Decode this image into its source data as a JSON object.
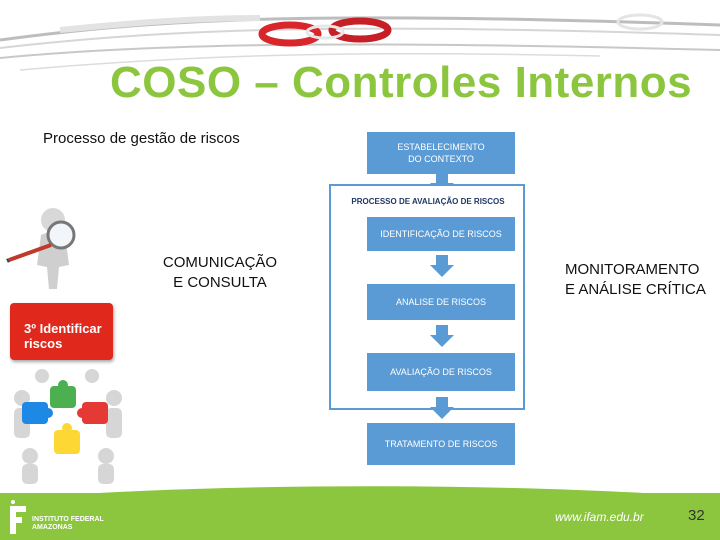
{
  "slide": {
    "title": "COSO – Controles Internos",
    "subtitle": "Processo de gestão de riscos",
    "left_label": "COMUNICAÇÃO\nE CONSULTA",
    "right_label_line1": "MONITORAMENTO",
    "right_label_line2": "E ANÁLISE CRÍTICA",
    "badge": "3º Identificar\nriscos"
  },
  "diagram": {
    "establish_line1": "ESTABELECIMENTO",
    "establish_line2": "DO CONTEXTO",
    "frame_label": "PROCESSO DE AVALIAÇÃO DE RISCOS",
    "identify": "IDENTIFICAÇÃO DE RISCOS",
    "analyze": "ANALISE DE RISCOS",
    "evaluate": "AVALIAÇÃO DE RISCOS",
    "treat": "TRATAMENTO DE RISCOS"
  },
  "footer": {
    "logo_line1": "INSTITUTO FEDERAL",
    "logo_line2": "AMAZONAS",
    "url": "www.ifam.edu.br",
    "page_number": "32"
  },
  "colors": {
    "accent_green": "#8cc63f",
    "diagram_blue": "#5b9bd5",
    "badge_red": "#e0281c"
  }
}
